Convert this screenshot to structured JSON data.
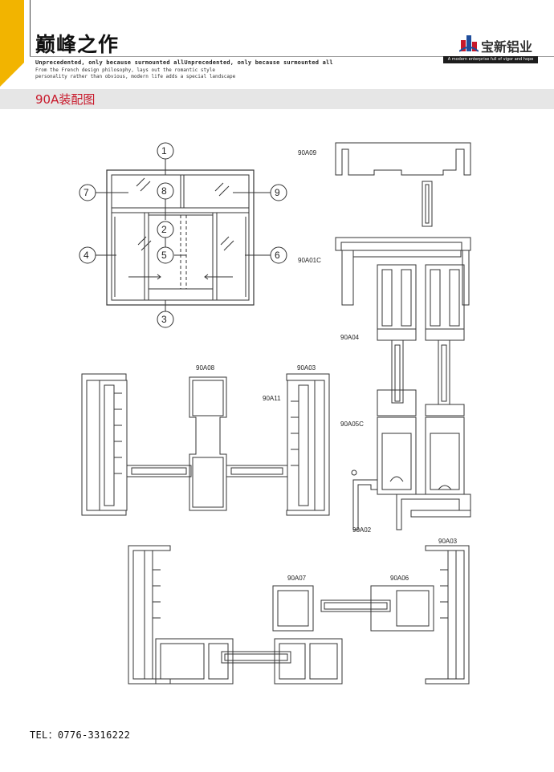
{
  "header": {
    "title": "巅峰之作",
    "tagline_bold": "Unprecedented, only because surmounted allUnprecedented, only because surmounted all",
    "tagline_line1": "From the French design philosophy, lays out the romantic style",
    "tagline_line2": "personality rather than obvious, modern life adds a special landscape",
    "brand": "宝新铝业",
    "slogan": "A modern enterprise full of vigor and hope",
    "accent_color": "#f2b400",
    "slogan_bg": "#1c1c1c"
  },
  "section": {
    "title": "90A装配图",
    "title_color": "#c8182a",
    "bar_color": "#e6e6e6"
  },
  "window_diagram": {
    "callouts": [
      "1",
      "2",
      "3",
      "4",
      "5",
      "6",
      "7",
      "8",
      "9"
    ]
  },
  "profiles": {
    "p_90A09": "90A09",
    "p_90A01C": "90A01C",
    "p_90A04": "90A04",
    "p_90A05C": "90A05C",
    "p_90A02": "90A02",
    "p_90A08": "90A08",
    "p_90A03_top": "90A03",
    "p_90A11": "90A11",
    "p_90A03_bottom": "90A03",
    "p_90A07": "90A07",
    "p_90A06": "90A06"
  },
  "footer": {
    "tel": "TEL：0776-3316222"
  }
}
